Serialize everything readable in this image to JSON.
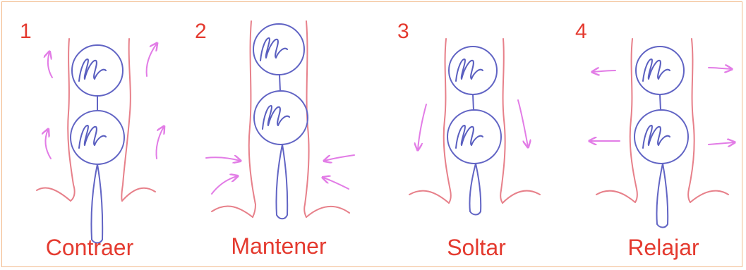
{
  "panels": [
    {
      "number": "1",
      "label": "Contraer"
    },
    {
      "number": "2",
      "label": "Mantener"
    },
    {
      "number": "3",
      "label": "Soltar"
    },
    {
      "number": "4",
      "label": "Relajar"
    }
  ],
  "colors": {
    "text": "#e43a2f",
    "walls": "#e7808a",
    "balls": "#6164c4",
    "arrows": "#e27ce6",
    "border": "#f2b98a"
  }
}
